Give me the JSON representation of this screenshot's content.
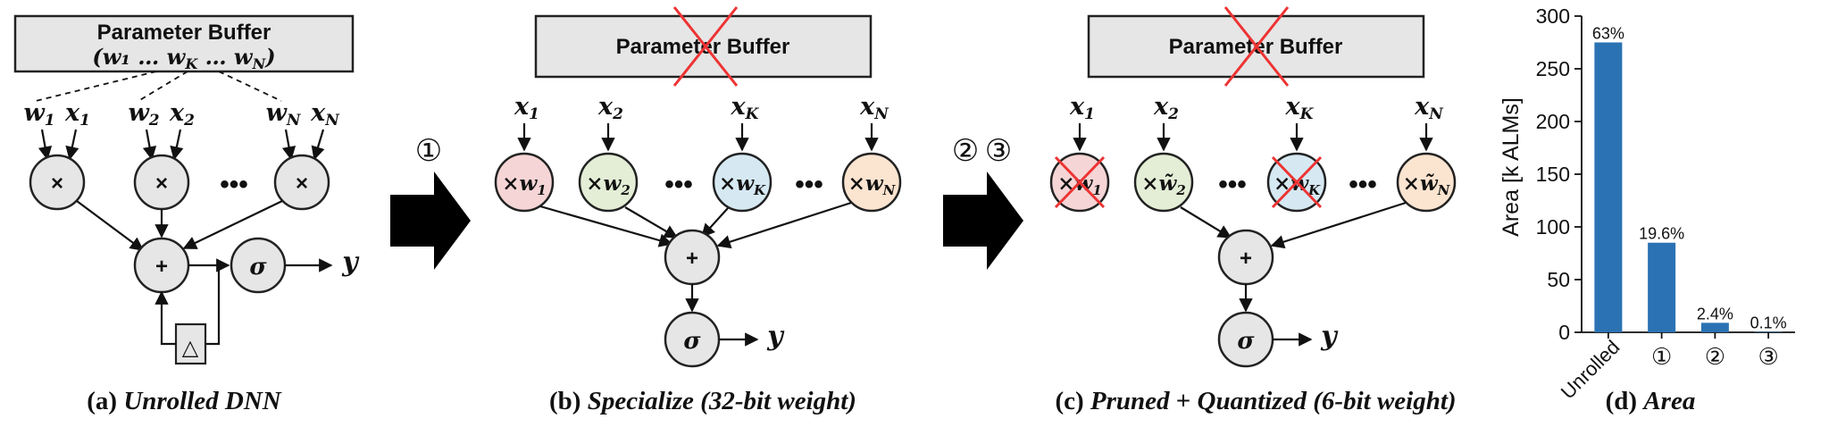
{
  "panel_a": {
    "buffer_title": "Parameter Buffer",
    "buffer_params": "(w₁ … w",
    "inputs": [
      "w",
      "x",
      "w",
      "x",
      "w",
      "x"
    ],
    "subs": [
      "1",
      "1",
      "2",
      "2",
      "N",
      "N"
    ],
    "mult": "×",
    "add": "+",
    "act": "σ",
    "out": "y",
    "ellipsis": "•••",
    "delay": "△",
    "caption_prefix": "(a) ",
    "caption": "Unrolled DNN"
  },
  "step1": "①",
  "step23": [
    "②",
    "③"
  ],
  "panel_b": {
    "buffer_title": "Parameter Buffer",
    "inputs": [
      "x",
      "x",
      "x",
      "x"
    ],
    "subs": [
      "1",
      "2",
      "K",
      "N"
    ],
    "nodes": [
      "×w",
      "×w",
      "×w",
      "×w"
    ],
    "add": "+",
    "act": "σ",
    "out": "y",
    "ellipsis": "•••",
    "caption_prefix": "(b) ",
    "caption": "Specialize (32-bit weight)"
  },
  "panel_c": {
    "buffer_title": "Parameter Buffer",
    "inputs": [
      "x",
      "x",
      "x",
      "x"
    ],
    "subs": [
      "1",
      "2",
      "K",
      "N"
    ],
    "nodes": [
      "×w",
      "×w̃",
      "×w",
      "×w̃"
    ],
    "add": "+",
    "act": "σ",
    "out": "y",
    "ellipsis": "•••",
    "caption_prefix": "(c) ",
    "caption_a": "Pruned",
    "caption_plus": " + ",
    "caption_b": "Quantized (6-bit weight)"
  },
  "chart_data": {
    "type": "bar",
    "categories": [
      "Unrolled",
      "①",
      "②",
      "③"
    ],
    "values": [
      275,
      85,
      9,
      0.4
    ],
    "data_labels": [
      "63%",
      "19.6%",
      "2.4%",
      "0.1%"
    ],
    "ylabel": "Area [k ALMs]",
    "ylim": [
      0,
      300
    ],
    "yticks": [
      0,
      50,
      100,
      150,
      200,
      250,
      300
    ],
    "caption_prefix": "(d) ",
    "caption": "Area",
    "color": "#2a72b3"
  }
}
